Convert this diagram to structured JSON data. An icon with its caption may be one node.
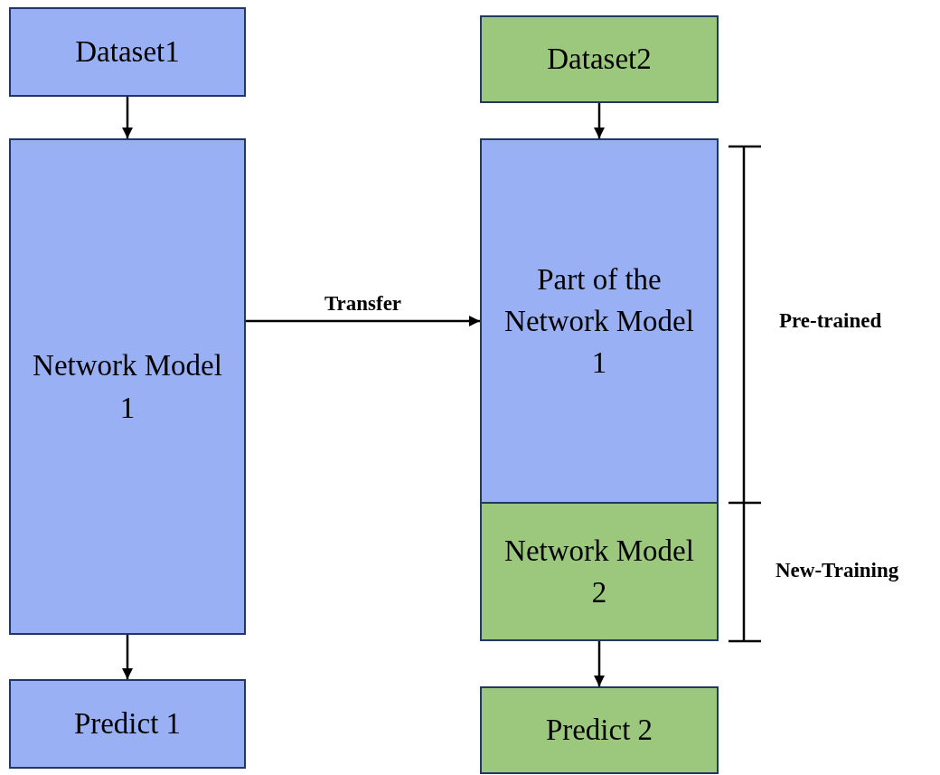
{
  "diagram": {
    "nodes": [
      {
        "text": [
          "Dataset1"
        ]
      },
      {
        "text": [
          "Network Model 1"
        ]
      },
      {
        "text": [
          "Predict 1"
        ]
      },
      {
        "text": [
          "Dataset2"
        ]
      },
      {
        "text": [
          "Part of the Network Model 1"
        ]
      },
      {
        "text": [
          "Network Model 2"
        ]
      },
      {
        "text": [
          "Predict 2"
        ]
      }
    ],
    "edges": [
      {
        "from": 0,
        "to": 1,
        "arrow": "to"
      },
      {
        "from": 1,
        "to": 2,
        "arrow": "to"
      },
      {
        "from": 1,
        "to": 4,
        "arrow": "to",
        "label": "Transfer"
      },
      {
        "from": 3,
        "to": 4,
        "arrow": "to"
      },
      {
        "from": 5,
        "to": 6,
        "arrow": "to"
      }
    ],
    "labels": [
      "Pre-trained",
      "New-Training"
    ]
  }
}
